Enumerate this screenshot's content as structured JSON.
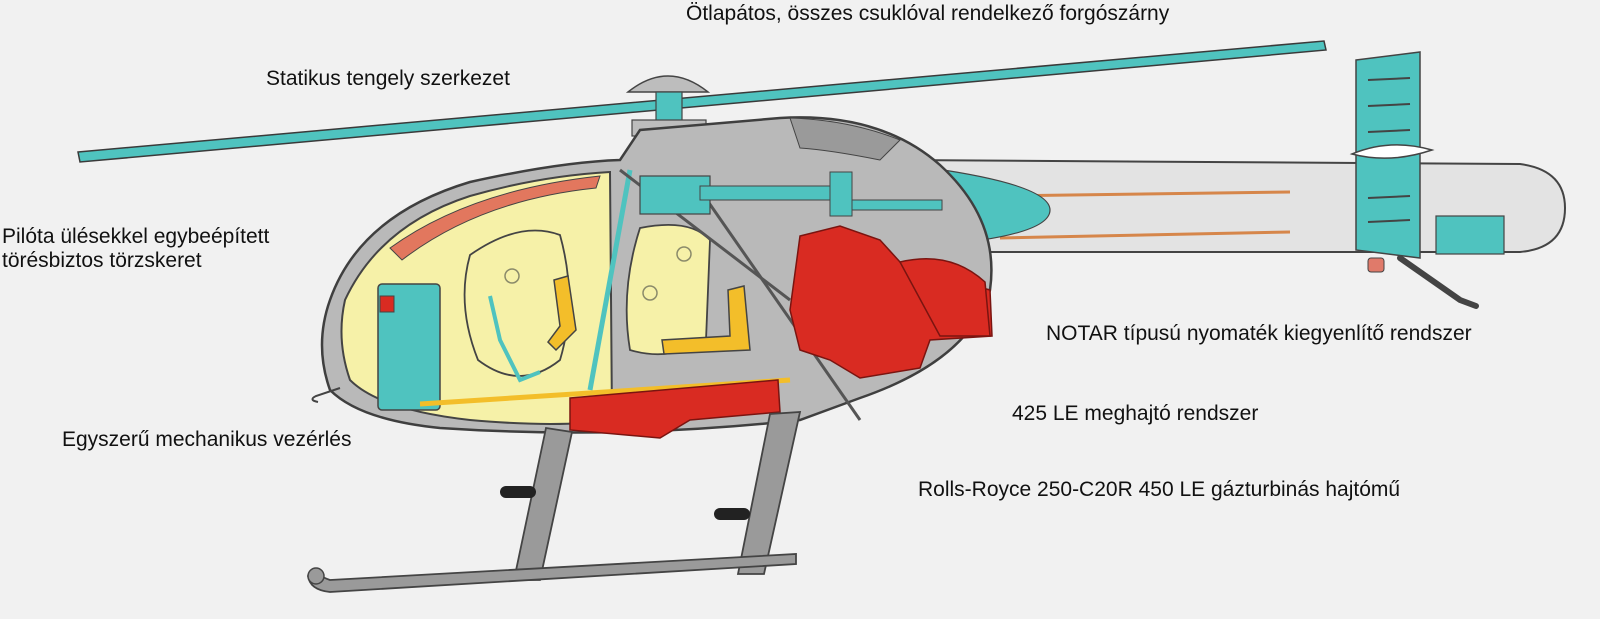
{
  "labels": {
    "rotor": "Ötlapátos, összes csuklóval rendelkező forgószárny",
    "static_shaft": "Statikus tengely szerkezet",
    "frame_line1": "Pilóta ülésekkel egybeépített",
    "frame_line2": "törésbiztos törzskeret",
    "notar": "NOTAR típusú nyomaték kiegyenlítő rendszer",
    "power_system": "425 LE meghajtó rendszer",
    "controls": "Egyszerű mechanikus vezérlés",
    "engine": "Rolls-Royce 250-C20R 450 LE gázturbinás hajtómű"
  },
  "colors": {
    "background": "#f1f1f1",
    "fuselage": "#b9b9b9",
    "teal": "#4fc3bf",
    "engine_red": "#d92b22",
    "cabin_yellow": "#f6f1a8",
    "seat_orange": "#f3be2a",
    "outline": "#444444"
  }
}
